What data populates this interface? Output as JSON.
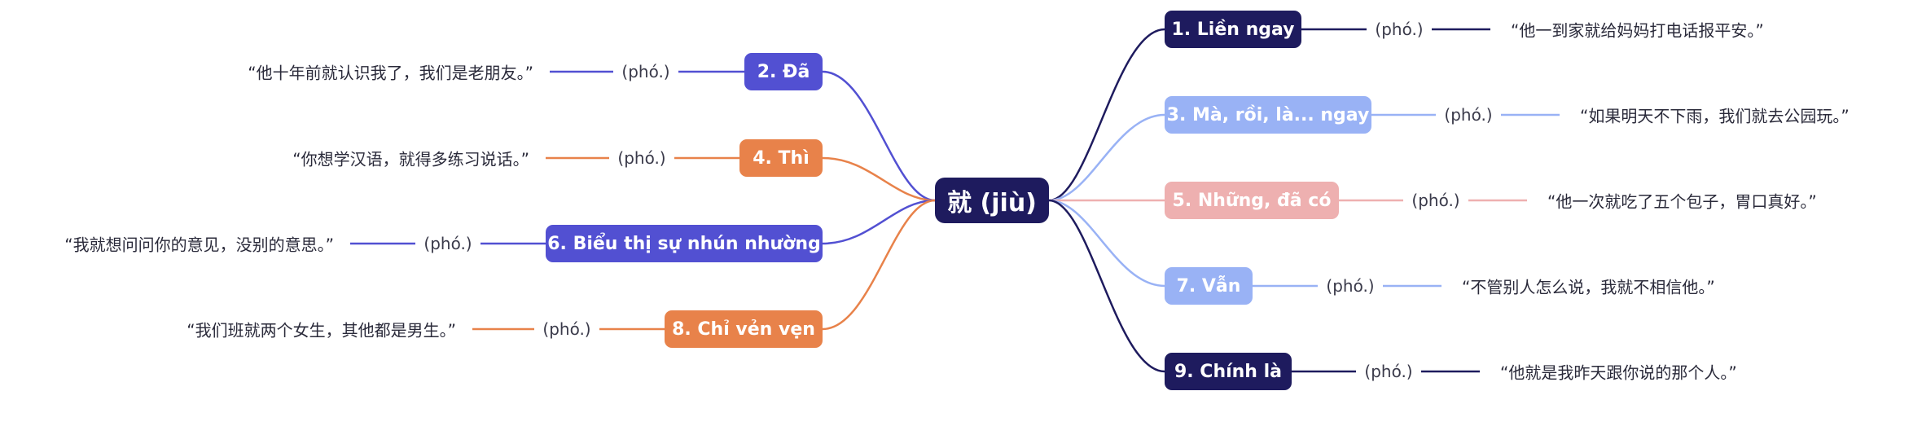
{
  "central": {
    "label": "就 (jiù)",
    "color": "#1e1b5e"
  },
  "branches": [
    {
      "label": "1. Liền ngay",
      "pos": "(phó.)",
      "example": "“他一到家就给妈妈打电话报平安。”",
      "color": "#1e1b5e"
    },
    {
      "label": "2. Đã",
      "pos": "(phó.)",
      "example": "“他十年前就认识我了，我们是老朋友。”",
      "color": "#5250d2"
    },
    {
      "label": "3. Mà, rồi, là... ngay",
      "pos": "(phó.)",
      "example": "“如果明天不下雨，我们就去公园玩。”",
      "color": "#99b2f5"
    },
    {
      "label": "4. Thì",
      "pos": "(phó.)",
      "example": "“你想学汉语，就得多练习说话。”",
      "color": "#e8824a"
    },
    {
      "label": "5. Những, đã có",
      "pos": "(phó.)",
      "example": "“他一次就吃了五个包子，胃口真好。”",
      "color": "#eeb0b0"
    },
    {
      "label": "6. Biểu thị sự nhún nhường",
      "pos": "(phó.)",
      "example": "“我就想问问你的意见，没别的意思。”",
      "color": "#5250d2"
    },
    {
      "label": "7. Vẫn",
      "pos": "(phó.)",
      "example": "“不管别人怎么说，我就不相信他。”",
      "color": "#99b2f5"
    },
    {
      "label": "8. Chỉ vẻn vẹn",
      "pos": "(phó.)",
      "example": "“我们班就两个女生，其他都是男生。”",
      "color": "#e8824a"
    },
    {
      "label": "9. Chính là",
      "pos": "(phó.)",
      "example": "“他就是我昨天跟你说的那个人。”",
      "color": "#1e1b5e"
    }
  ]
}
